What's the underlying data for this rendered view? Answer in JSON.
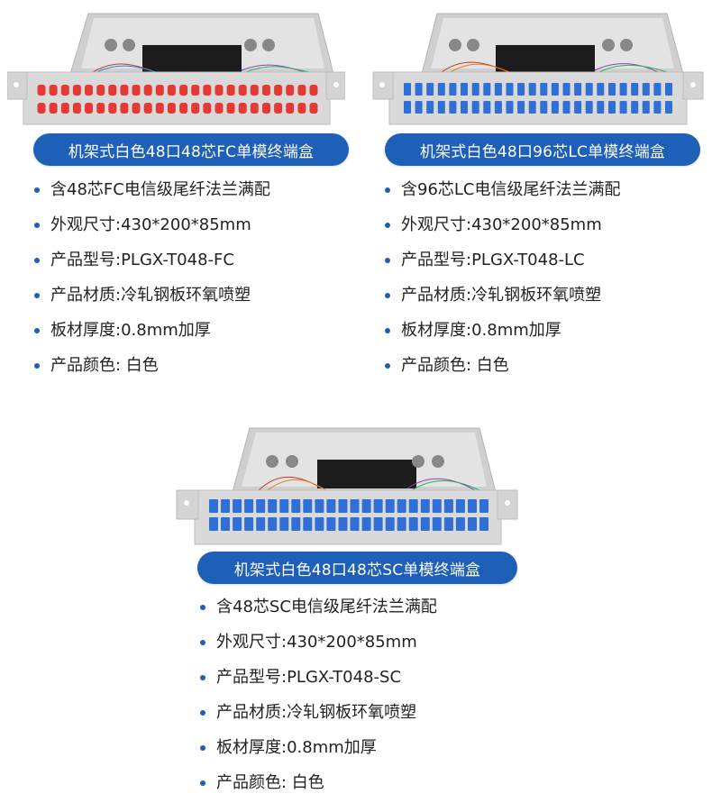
{
  "colors": {
    "accent": "#1e5fb8",
    "bullet": "#1e5fb8",
    "fc_port": "#e53935",
    "lc_port": "#2f6fd6",
    "sc_port": "#2f6fd6",
    "chassis": "#d9d9d9"
  },
  "products": [
    {
      "id": "fc",
      "image": "rack-mount-terminal-box-fc",
      "title": "机架式白色48口48芯FC单模终端盒",
      "specs": [
        "含48芯FC电信级尾纤法兰满配",
        "外观尺寸:430*200*85mm",
        "产品型号:PLGX-T048-FC",
        "产品材质:冷轧钢板环氧喷塑",
        "板材厚度:0.8mm加厚",
        "产品颜色: 白色"
      ]
    },
    {
      "id": "lc",
      "image": "rack-mount-terminal-box-lc",
      "title": "机架式白色48口96芯LC单模终端盒",
      "specs": [
        "含96芯LC电信级尾纤法兰满配",
        "外观尺寸:430*200*85mm",
        "产品型号:PLGX-T048-LC",
        "产品材质:冷轧钢板环氧喷塑",
        "板材厚度:0.8mm加厚",
        "产品颜色: 白色"
      ]
    },
    {
      "id": "sc",
      "image": "rack-mount-terminal-box-sc",
      "title": "机架式白色48口48芯SC单模终端盒",
      "specs": [
        "含48芯SC电信级尾纤法兰满配",
        "外观尺寸:430*200*85mm",
        "产品型号:PLGX-T048-SC",
        "产品材质:冷轧钢板环氧喷塑",
        "板材厚度:0.8mm加厚",
        "产品颜色: 白色"
      ]
    }
  ]
}
